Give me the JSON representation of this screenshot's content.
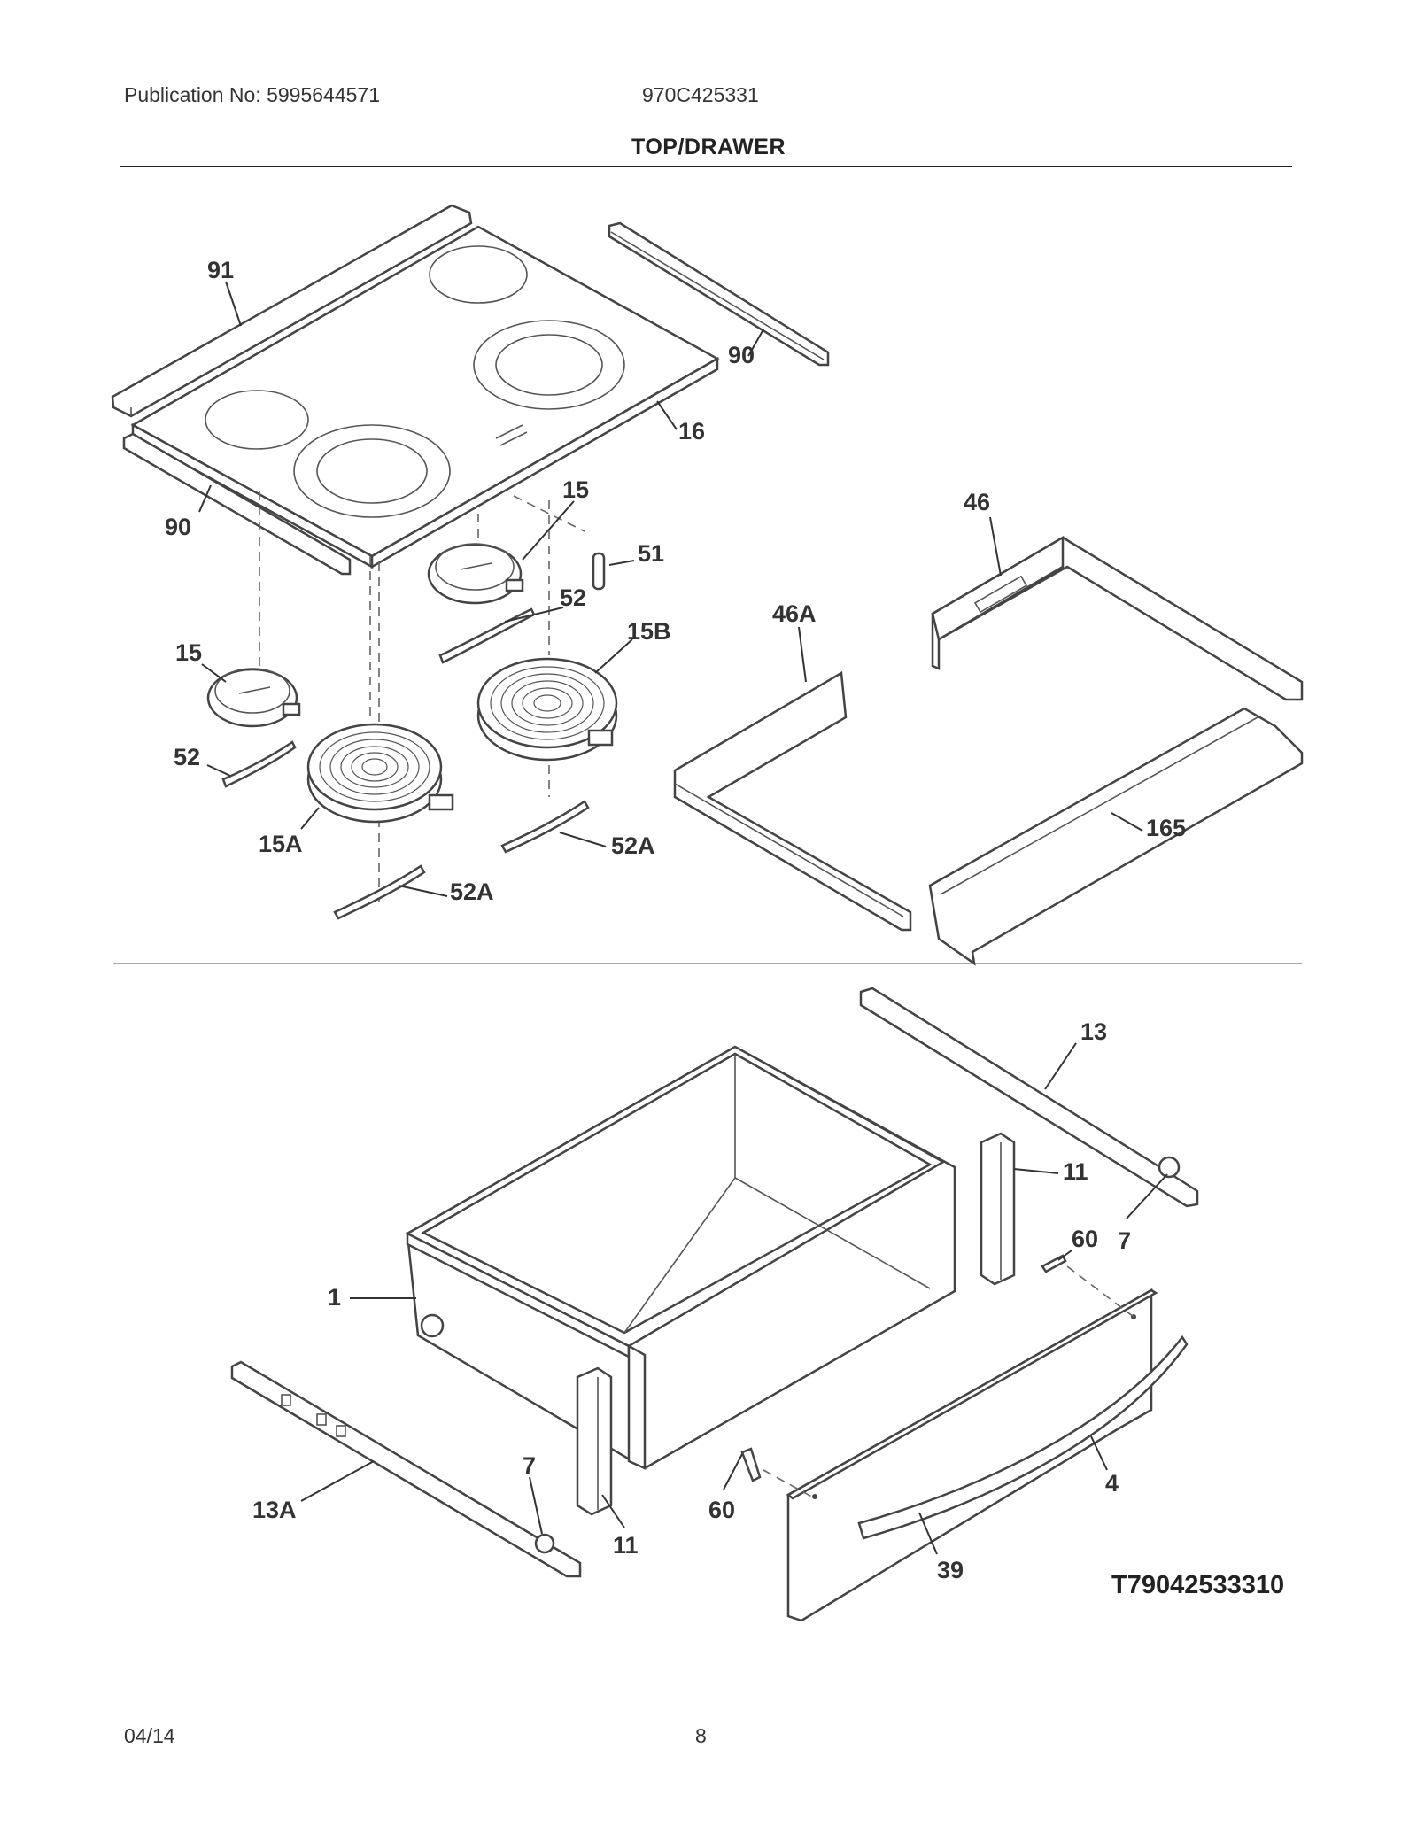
{
  "header": {
    "publication": "Publication No: 5995644571",
    "model": "970C425331",
    "section_title": "TOP/DRAWER"
  },
  "callouts": {
    "c91": "91",
    "c90a": "90",
    "c90b": "90",
    "c16": "16",
    "c15a": "15",
    "c15b": "15",
    "c51": "51",
    "c52a": "52",
    "c52b": "52",
    "c15B": "15B",
    "c15A": "15A",
    "c52Aa": "52A",
    "c52Ab": "52A",
    "c46": "46",
    "c46A": "46A",
    "c165": "165",
    "c13": "13",
    "c11a": "11",
    "c60a": "60",
    "c7a": "7",
    "c1": "1",
    "c4": "4",
    "c13A": "13A",
    "c7b": "7",
    "c11b": "11",
    "c60b": "60",
    "c39": "39"
  },
  "diagram_id": "T79042533310",
  "footer": {
    "date": "04/14",
    "page": "8"
  }
}
